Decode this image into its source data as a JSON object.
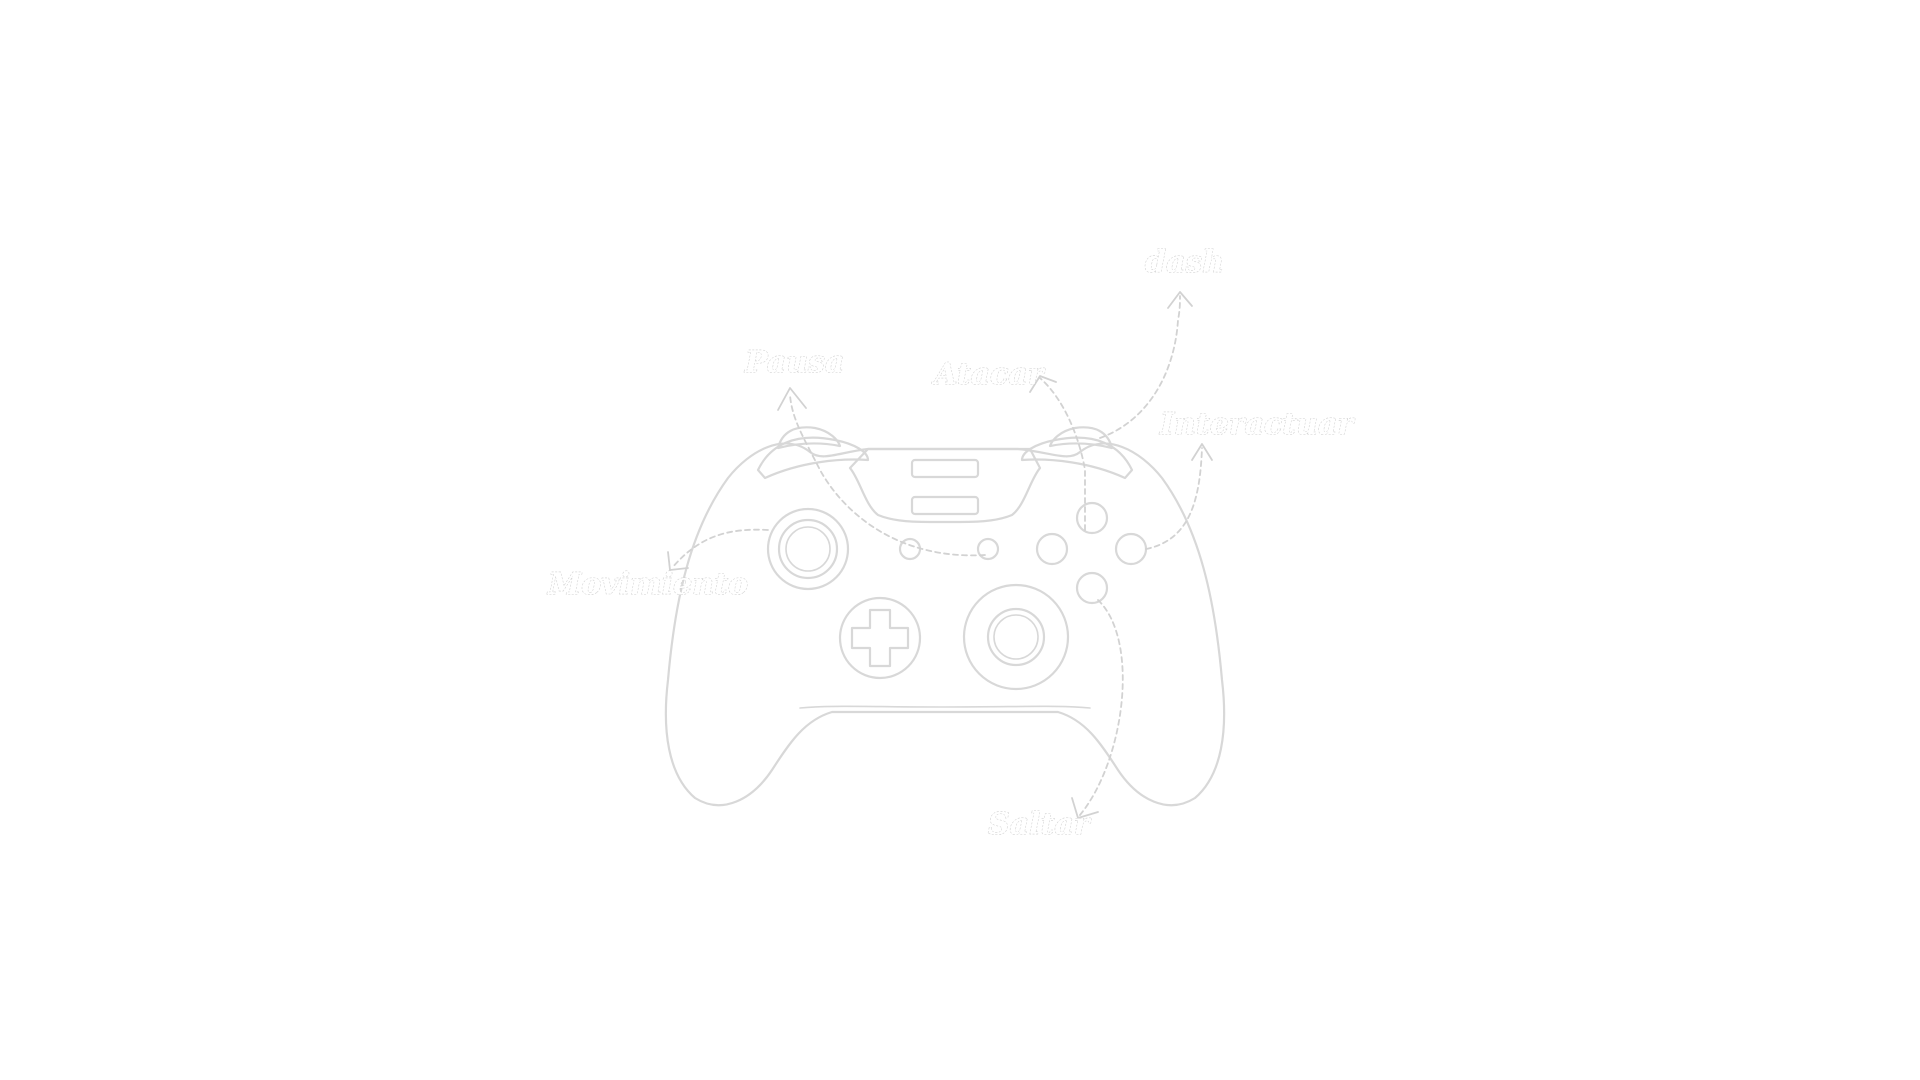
{
  "labels": {
    "pause": "Pausa",
    "attack": "Atacar",
    "dash": "dash",
    "interact": "Interactuar",
    "move": "Movimiento",
    "jump": "Saltar"
  },
  "colors": {
    "background": "#ffffff",
    "outline": "#d8d8d8"
  },
  "icons": {
    "controller": "gamepad-icon"
  }
}
